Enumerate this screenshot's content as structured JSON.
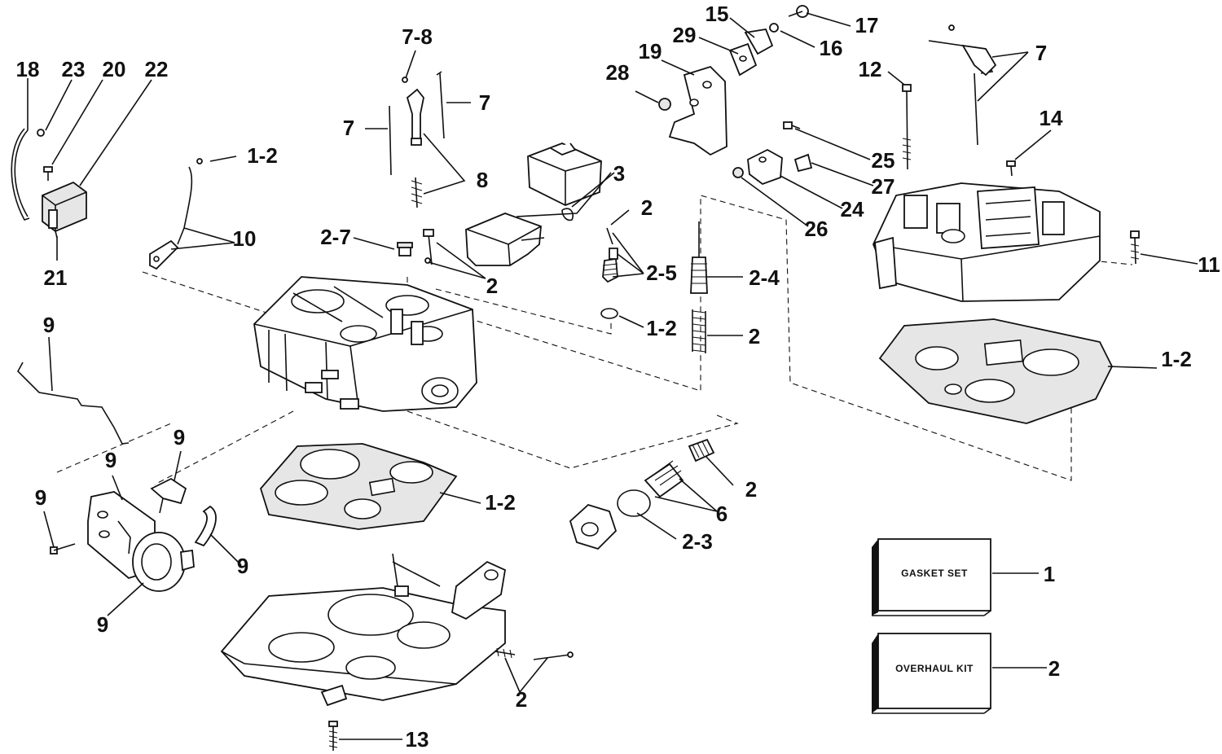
{
  "callouts": {
    "c18": "18",
    "c23": "23",
    "c20": "20",
    "c22": "22",
    "c21": "21",
    "c78": "7-8",
    "c7a": "7",
    "c7b": "7",
    "c8": "8",
    "c12a": "1-2",
    "c10": "10",
    "c27a": "2-7",
    "c2a": "2",
    "c3": "3",
    "c2b": "2",
    "c25a": "2-5",
    "c12b": "1-2",
    "c24a": "2-4",
    "c2c": "2",
    "c15": "15",
    "c29": "29",
    "c17": "17",
    "c19": "19",
    "c16": "16",
    "c28": "28",
    "c12": "12",
    "c7c": "7",
    "c14": "14",
    "c25": "25",
    "c27": "27",
    "c24": "24",
    "c26": "26",
    "c11": "11",
    "c12c": "1-2",
    "c9a": "9",
    "c9b": "9",
    "c9c": "9",
    "c9d": "9",
    "c9e": "9",
    "c9f": "9",
    "c12d": "1-2",
    "c2d": "2",
    "c6": "6",
    "c23b": "2-3",
    "c1": "1",
    "c2e": "2",
    "c2f": "2",
    "c13": "13"
  },
  "kits": {
    "gasket_set": "GASKET SET",
    "overhaul_kit": "OVERHAUL KIT"
  }
}
